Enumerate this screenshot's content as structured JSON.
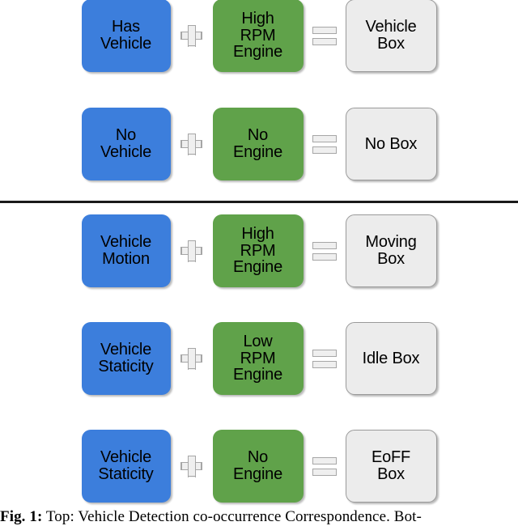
{
  "figure": {
    "operators": {
      "plus": "plus-icon",
      "equals": "equals-icon"
    },
    "colors": {
      "blue": "#3c7edc",
      "green": "#60a24a",
      "gray": "#ececec",
      "gray_border": "#9a9a9a",
      "operator_fill": "#efefef",
      "operator_stroke": "#a6a6a6",
      "divider": "#1a1a1a",
      "text": "#000000"
    },
    "top_section": {
      "rows": [
        {
          "input_a": [
            "Has",
            "Vehicle"
          ],
          "operator_1": "+",
          "input_b": [
            "High",
            "RPM",
            "Engine"
          ],
          "operator_2": "=",
          "output": [
            "Vehicle",
            "Box"
          ]
        },
        {
          "input_a": [
            "No",
            "Vehicle"
          ],
          "operator_1": "+",
          "input_b": [
            "No",
            "Engine"
          ],
          "operator_2": "=",
          "output": [
            "No Box"
          ]
        }
      ]
    },
    "bottom_section": {
      "rows": [
        {
          "input_a": [
            "Vehicle",
            "Motion"
          ],
          "operator_1": "+",
          "input_b": [
            "High",
            "RPM",
            "Engine"
          ],
          "operator_2": "=",
          "output": [
            "Moving",
            "Box"
          ]
        },
        {
          "input_a": [
            "Vehicle",
            "Staticity"
          ],
          "operator_1": "+",
          "input_b": [
            "Low",
            "RPM",
            "Engine"
          ],
          "operator_2": "=",
          "output": [
            "Idle Box"
          ]
        },
        {
          "input_a": [
            "Vehicle",
            "Staticity"
          ],
          "operator_1": "+",
          "input_b": [
            "No",
            "Engine"
          ],
          "operator_2": "=",
          "output": [
            "EoFF",
            "Box"
          ]
        }
      ]
    }
  },
  "caption": {
    "label": "Fig. 1:",
    "text": " Top: Vehicle Detection co-occurrence Correspondence. Bot-"
  }
}
